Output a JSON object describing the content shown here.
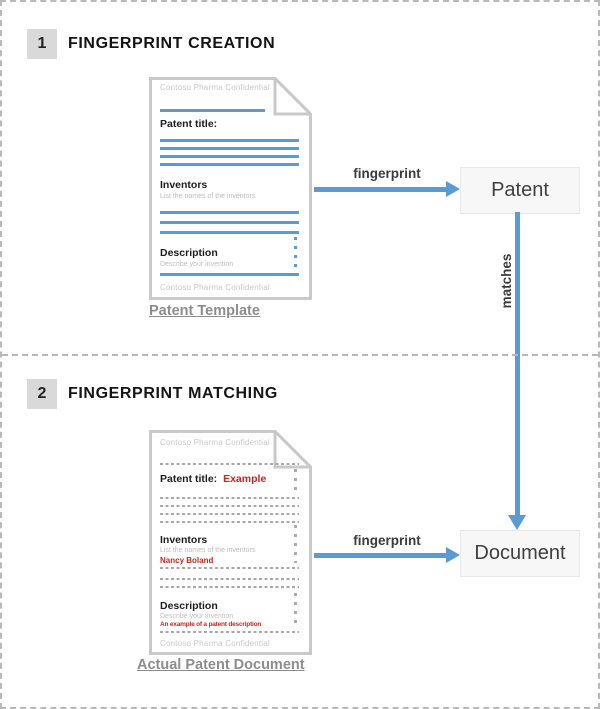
{
  "colors": {
    "accent_blue": "#5B9BD5",
    "highlight_red": "#C5271E",
    "doc_border_gray": "#C9C9C9",
    "muted_text_gray": "#BDBDBD"
  },
  "section1": {
    "number": "1",
    "title": "FINGERPRINT CREATION"
  },
  "section2": {
    "number": "2",
    "title": "FINGERPRINT MATCHING"
  },
  "template_doc": {
    "header": "Contoso Pharma Confidential",
    "patent_title_label": "Patent title:",
    "inventors_label": "Inventors",
    "inventors_hint": "List the names of the inventors",
    "description_label": "Description",
    "description_hint": "Describe your invention",
    "footer": "Contoso Pharma Confidential",
    "caption": "Patent Template"
  },
  "actual_doc": {
    "header": "Contoso Pharma Confidential",
    "patent_title_label": "Patent title:",
    "patent_title_value": "Example",
    "inventors_label": "Inventors",
    "inventors_hint": "List the names of the inventors",
    "inventors_value": "Nancy Boland",
    "description_label": "Description",
    "description_hint": "Describe your invention",
    "description_value": "An example of a patent description",
    "footer": "Contoso Pharma Confidential",
    "caption": "Actual Patent Document"
  },
  "flow": {
    "fingerprint1": "fingerprint",
    "fingerprint2": "fingerprint",
    "matches": "matches",
    "patent_node": "Patent",
    "document_node": "Document"
  }
}
